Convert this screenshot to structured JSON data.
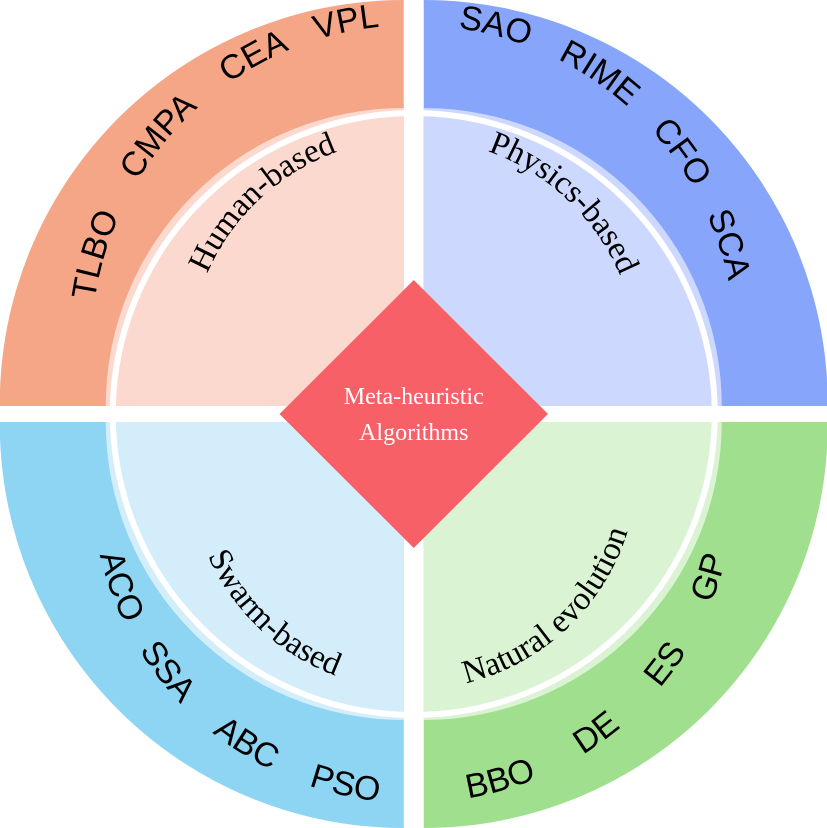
{
  "center": {
    "line1": "Meta-heuristic",
    "line2": "Algorithms",
    "color": "#f76067"
  },
  "quadrants": [
    {
      "key": "human",
      "category": "Human-based",
      "outer_color": "#f5a686",
      "inner_color": "#fcd9cf",
      "algorithms": [
        "TLBO",
        "CMPA",
        "CEA",
        "VPL"
      ]
    },
    {
      "key": "physics",
      "category": "Physics-based",
      "outer_color": "#86a5fb",
      "inner_color": "#ccd8fd",
      "algorithms": [
        "SAO",
        "RIME",
        "CFO",
        "SCA"
      ]
    },
    {
      "key": "swarm",
      "category": "Swarm-based",
      "outer_color": "#8dd5f3",
      "inner_color": "#d3eefa",
      "algorithms": [
        "ACO",
        "SSA",
        "ABC",
        "PSO"
      ]
    },
    {
      "key": "natural",
      "category": "Natural evolution",
      "outer_color": "#9fdf8e",
      "inner_color": "#d9f3d3",
      "algorithms": [
        "GP",
        "ES",
        "DE",
        "BBO"
      ]
    }
  ]
}
